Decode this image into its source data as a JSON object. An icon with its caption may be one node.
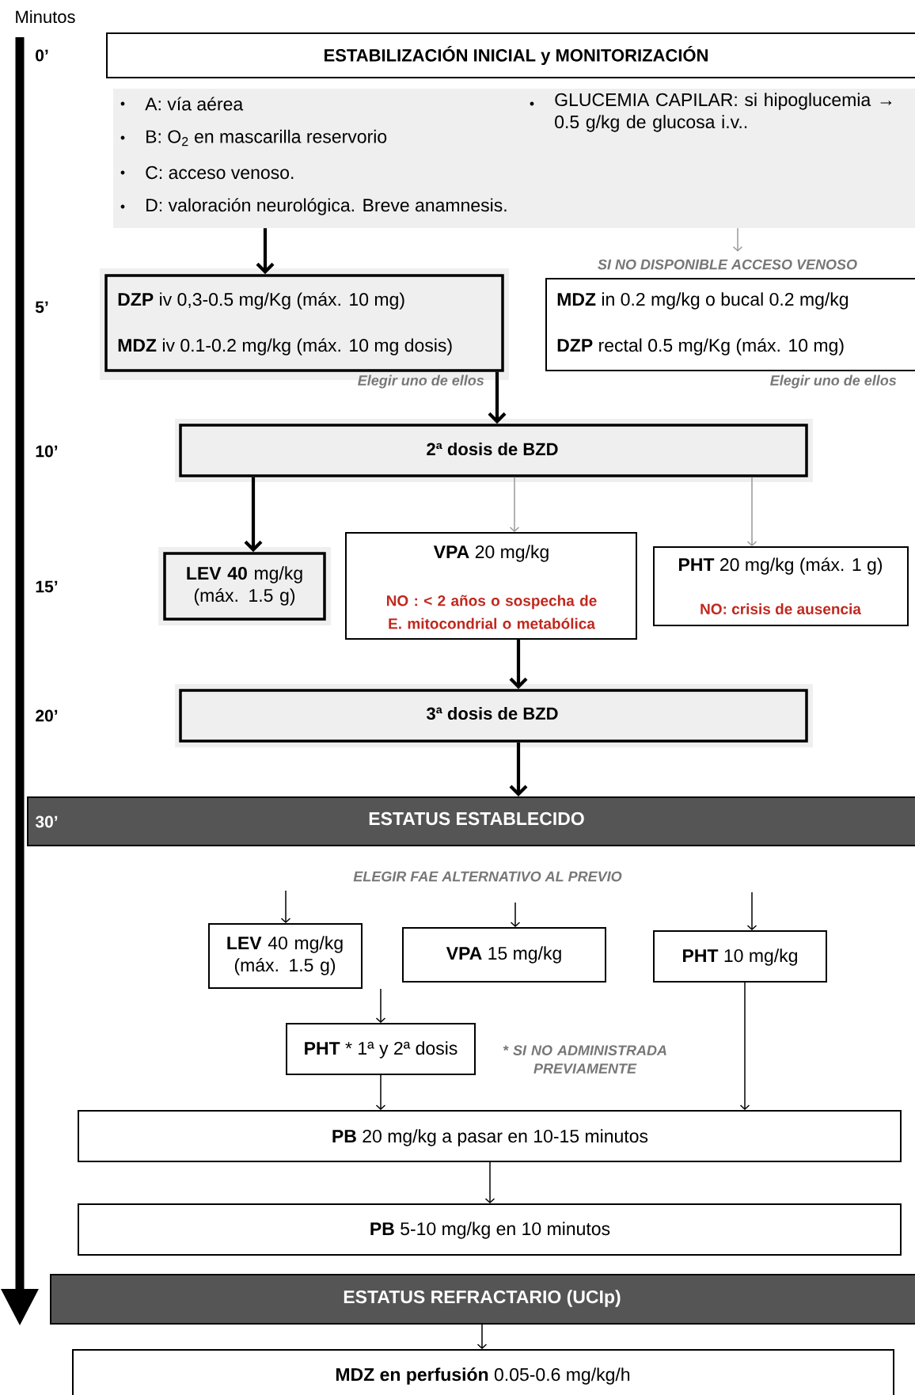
{
  "diagram": {
    "nodes": [
      {
        "text": [
          "ESTABILIZACIÓN INICIAL y MONITORIZACIÓN"
        ]
      },
      {
        "text": [
          "A: vía aérea",
          "B: O$_{2}$ en mascarilla reservorio",
          "C: acceso venoso.",
          "D: valoración neurológica. Breve anamnesis.",
          "GLUCEMIA CAPILAR: si hipoglucemia → 0.5 g/kg de glucosa i.v.."
        ]
      },
      {
        "text": [
          "**DZP** iv 0,3-0.5 mg/Kg (máx. 10 mg)",
          "**MDZ** iv 0.1-0.2 mg/kg (máx. 10 mg dosis)"
        ],
        "beside": [
          "Elegir uno de ellos"
        ]
      },
      {
        "text": [
          "SI NO DISPONIBLE ACCESO VENOSO",
          "**MDZ** in 0.2 mg/kg o bucal 0.2 mg/kg",
          "**DZP** rectal 0.5 mg/Kg (máx. 10 mg)"
        ],
        "beside": [
          "Elegir uno de ellos"
        ]
      },
      {
        "text": [
          "2ª dosis de BZD"
        ]
      },
      {
        "text": [
          "**LEV 40** mg/kg (máx. 1.5 g)"
        ]
      },
      {
        "text": [
          "**VPA** 20 mg/kg",
          "NO : < 2 años o sospecha de E. mitocondrial o metabólica"
        ]
      },
      {
        "text": [
          "**PHT** 20 mg/kg (máx. 1 g)",
          "NO: crisis de ausencia"
        ]
      },
      {
        "text": [
          "3ª dosis de BZD"
        ]
      },
      {
        "text": [
          "ESTATUS ESTABLECIDO"
        ]
      },
      {
        "text": [
          "**LEV** 40 mg/kg (máx. 1.5 g)"
        ]
      },
      {
        "text": [
          "**VPA** 15 mg/kg"
        ]
      },
      {
        "text": [
          "**PHT** 10 mg/kg"
        ]
      },
      {
        "text": [
          "**PHT** * 1ª y 2ª dosis"
        ],
        "beside": [
          "* SI NO ADMINISTRADA PREVIAMENTE"
        ]
      },
      {
        "text": [
          "**PB** 20 mg/kg a pasar en 10-15 minutos"
        ]
      },
      {
        "text": [
          "**PB** 5-10 mg/kg en 10 minutos"
        ]
      },
      {
        "text": [
          "ESTATUS REFRACTARIO (UCIp)"
        ]
      },
      {
        "text": [
          "**MDZ en perfusión** 0.05-0.6 mg/kg/h"
        ]
      }
    ],
    "edges": [
      {
        "from": 1,
        "to": 2,
        "arrow": "to",
        "style": "thick"
      },
      {
        "from": 1,
        "to": 3,
        "arrow": "to",
        "color": "#999999"
      },
      {
        "from": 2,
        "to": 4,
        "arrow": "to",
        "style": "thick"
      },
      {
        "from": 4,
        "to": 5,
        "arrow": "to",
        "style": "thick"
      },
      {
        "from": 4,
        "to": 6,
        "arrow": "to",
        "color": "#999999"
      },
      {
        "from": 4,
        "to": 7,
        "arrow": "to",
        "color": "#999999"
      },
      {
        "from": 6,
        "to": 8,
        "arrow": "to",
        "style": "thick"
      },
      {
        "from": 8,
        "to": 9,
        "arrow": "to",
        "style": "thick"
      },
      {
        "from": null,
        "to": 10,
        "arrow": "to"
      },
      {
        "from": null,
        "to": 11,
        "arrow": "to"
      },
      {
        "from": null,
        "to": 12,
        "arrow": "to"
      },
      {
        "from": 10,
        "to": 13,
        "arrow": "to"
      },
      {
        "from": 13,
        "to": 14,
        "arrow": "to"
      },
      {
        "from": 12,
        "to": 14,
        "arrow": "to"
      },
      {
        "from": 14,
        "to": 15,
        "arrow": "to"
      },
      {
        "from": 16,
        "to": 17,
        "arrow": "to"
      }
    ],
    "labels": [
      "Minutos",
      "0’",
      "5’",
      "10’",
      "15’",
      "20’",
      "30’",
      "ELEGIR FAE ALTERNATIVO AL PREVIO"
    ]
  }
}
